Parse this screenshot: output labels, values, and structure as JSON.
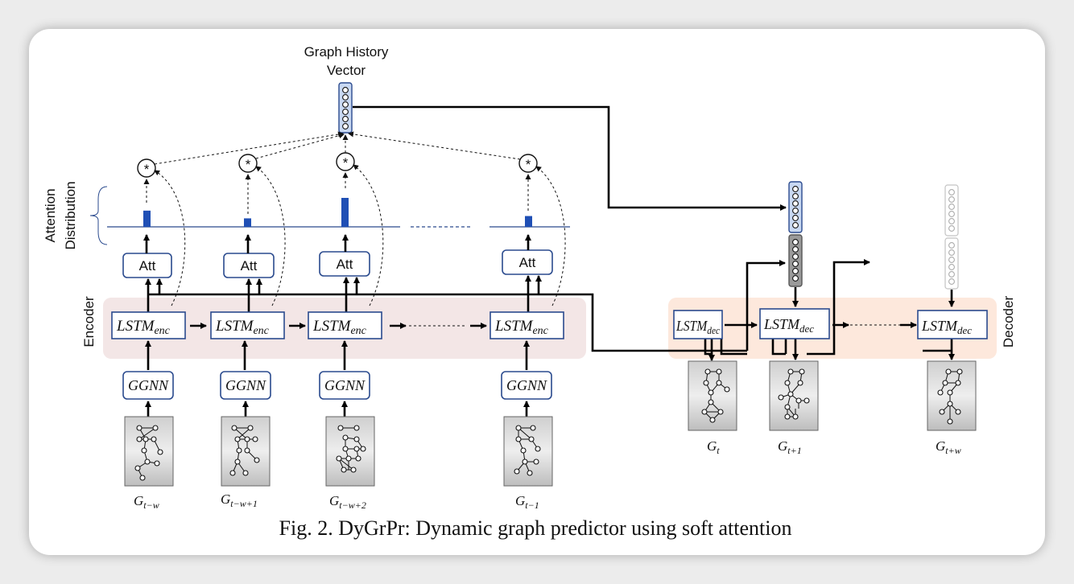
{
  "title_top": [
    "Graph History",
    "Vector"
  ],
  "side_labels": {
    "attention": [
      "Attention",
      "Distribution"
    ],
    "encoder": "Encoder",
    "decoder": "Decoder"
  },
  "encoder": {
    "att_label": "Att",
    "lstm": {
      "base": "LSTM",
      "sub": "enc"
    },
    "ggnn": "GGNN",
    "mul_symbol": "*",
    "graph_labels": [
      {
        "base": "G",
        "sub": "t−w"
      },
      {
        "base": "G",
        "sub": "t−w+1"
      },
      {
        "base": "G",
        "sub": "t−w+2"
      },
      {
        "base": "G",
        "sub": "t−1"
      }
    ],
    "attention_weights": [
      0.42,
      0.22,
      0.75,
      0.28
    ]
  },
  "decoder": {
    "lstm": {
      "base": "LSTM",
      "sub": "dec"
    },
    "graph_labels": [
      {
        "base": "G",
        "sub": "t"
      },
      {
        "base": "G",
        "sub": "t+1"
      },
      {
        "base": "G",
        "sub": "t+w"
      }
    ]
  },
  "caption": "Fig. 2.  DyGrPr: Dynamic graph predictor using soft attention",
  "colors": {
    "lstm_border": "#2a4a8e",
    "attention_bar": "#1f4fb5",
    "vector_fill": "#c8d8f2",
    "vector_gray": "#9a9a9a",
    "encoder_band": "#f3e6e6",
    "decoder_band": "#fde8dc"
  }
}
